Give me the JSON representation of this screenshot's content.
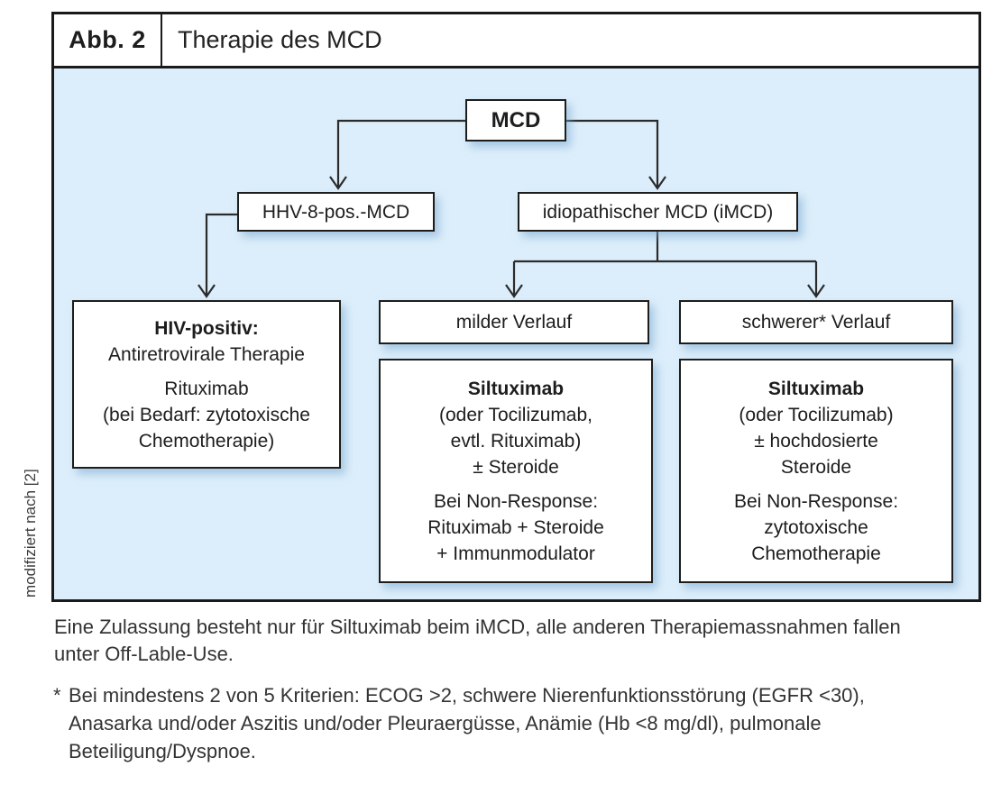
{
  "header": {
    "label": "Abb. 2",
    "title": "Therapie des MCD"
  },
  "side_note": "modifiziert nach [2]",
  "flowchart": {
    "root": "MCD",
    "branch_left": "HHV-8-pos.-MCD",
    "branch_right": "idiopathischer MCD (iMCD)",
    "mild_header": "milder Verlauf",
    "severe_header": "schwerer* Verlauf",
    "hiv_box": {
      "title": "HIV-positiv:",
      "line1": "Antiretrovirale Therapie",
      "para2": "Rituximab\n(bei Bedarf: zytotoxische\nChemotherapie)"
    },
    "mild_box": {
      "title": "Siltuximab",
      "para1": "(oder Tocilizumab,\nevtl. Rituximab)\n± Steroide",
      "para2": "Bei Non-Response:\nRituximab + Steroide\n+ Immunmodulator"
    },
    "severe_box": {
      "title": "Siltuximab",
      "para1": "(oder Tocilizumab)\n± hochdosierte\nSteroide",
      "para2": "Bei Non-Response:\nzytotoxische\nChemotherapie"
    }
  },
  "notes": {
    "approval": "Eine Zulassung besteht nur für Siltuximab beim iMCD, alle anderen Therapiemassnahmen fallen\nunter Off-Lable-Use.",
    "footnote_marker": "*",
    "footnote": "Bei mindestens 2 von 5 Kriterien: ECOG >2, schwere Nierenfunktionsstörung (EGFR <30),\nAnasarka und/oder Aszitis und/oder Pleuraergüsse, Anämie (Hb <8 mg/dl), pulmonale\nBeteiligung/Dyspnoe."
  },
  "colors": {
    "panel_bg": "#dceefb",
    "box_border": "#1d1d1b",
    "frame_border": "#1a1a1a",
    "connector": "#2b2b2b",
    "box_shadow": "rgba(122,168,208,0.55)",
    "text": "#1d1d1b"
  }
}
